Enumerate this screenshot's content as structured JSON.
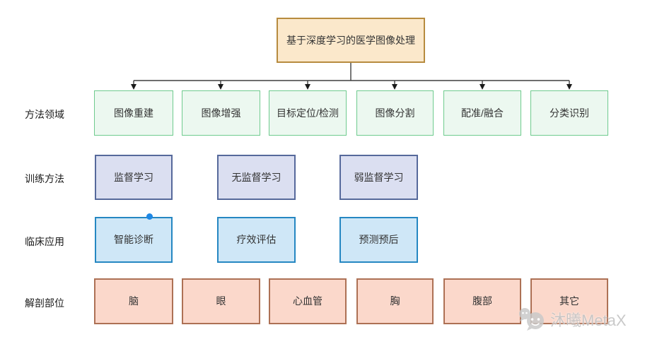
{
  "root_label": "基于深度学习的医学图像处理",
  "rows": [
    {
      "label": "方法领域",
      "items": [
        "图像重建",
        "图像增强",
        "目标定位/检测",
        "图像分割",
        "配准/融合",
        "分类识别"
      ]
    },
    {
      "label": "训练方法",
      "items": [
        "监督学习",
        "无监督学习",
        "弱监督学习"
      ]
    },
    {
      "label": "临床应用",
      "items": [
        "智能诊断",
        "疗效评估",
        "预测预后"
      ]
    },
    {
      "label": "解剖部位",
      "items": [
        "脑",
        "眼",
        "心血管",
        "胸",
        "腹部",
        "其它"
      ]
    }
  ],
  "watermark": {
    "text": "沐曦MetaX",
    "icon": "wechat-bubbles-icon"
  },
  "colors": {
    "title_fill": "#FBE8CB",
    "title_border": "#B78B3E",
    "method_fill": "#ECF8F0",
    "method_border": "#6FCB8E",
    "training_fill": "#DBDFF1",
    "training_border": "#56699B",
    "clinical_fill": "#CFE7F7",
    "clinical_border": "#2587C2",
    "anatomy_fill": "#FBD8CB",
    "anatomy_border": "#AD7155",
    "connector": "#3F3F3F",
    "selection_dot": "#1E88E5",
    "watermark": "#C4C4C4"
  }
}
